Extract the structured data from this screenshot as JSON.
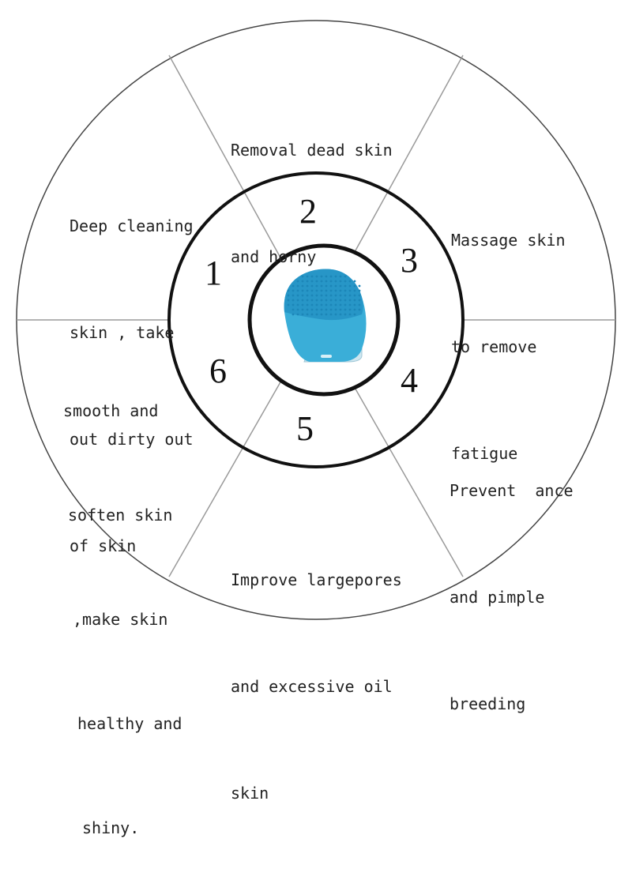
{
  "colors": {
    "background": "#ffffff",
    "outer_ring": "#444444",
    "divider": "#9a9a9a",
    "inner_ring": "#111111",
    "brush_body": "#3aaed8",
    "brush_dark": "#1c86b8",
    "brush_base": "#cfe6ef"
  },
  "center": {
    "icon": "facial-cleansing-brush-icon"
  },
  "segments": [
    {
      "number": "1",
      "lines": [
        "Deep cleaning",
        "skin , take",
        "out dirty out",
        "of skin"
      ]
    },
    {
      "number": "2",
      "lines": [
        "Removal dead skin",
        "and horny"
      ]
    },
    {
      "number": "3",
      "lines": [
        "Massage skin",
        "to remove",
        "fatigue"
      ]
    },
    {
      "number": "4",
      "lines": [
        "Prevent  ance",
        "and pimple",
        "breeding"
      ]
    },
    {
      "number": "5",
      "lines": [
        "Improve largepores",
        "and excessive oil",
        "skin"
      ]
    },
    {
      "number": "6",
      "lines": [
        "smooth and",
        "soften skin",
        ",make skin",
        "healthy and",
        "shiny."
      ]
    }
  ]
}
